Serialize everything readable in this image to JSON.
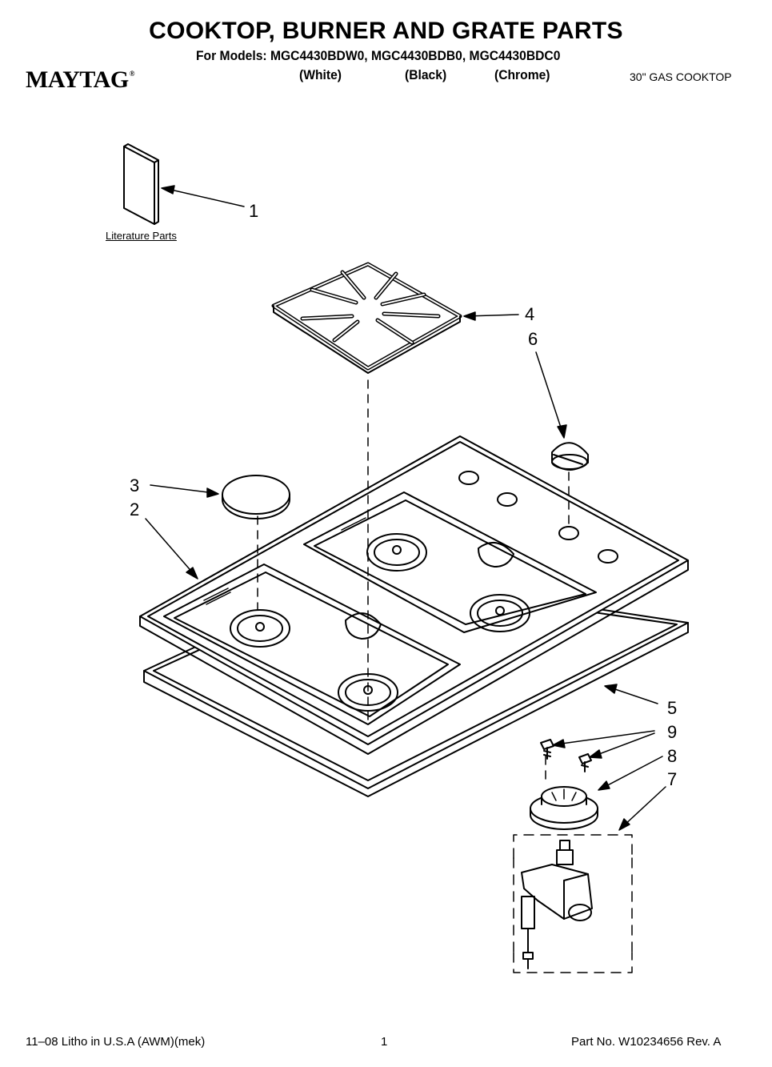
{
  "header": {
    "title": "COOKTOP, BURNER AND GRATE PARTS",
    "models_line": "For Models: MGC4430BDW0, MGC4430BDB0, MGC4430BDC0",
    "brand": "MAYTAG",
    "brand_mark": "®",
    "finishes": [
      "(White)",
      "(Black)",
      "(Chrome)"
    ],
    "cooktop_type": "30\" GAS COOKTOP"
  },
  "diagram": {
    "literature_label": "Literature Parts",
    "callouts": [
      "1",
      "2",
      "3",
      "4",
      "5",
      "6",
      "7",
      "8",
      "9"
    ]
  },
  "footer": {
    "print_info": "11–08 Litho in U.S.A (AWM)(mek)",
    "page_number": "1",
    "part_number": "Part No. W10234656 Rev. A"
  }
}
